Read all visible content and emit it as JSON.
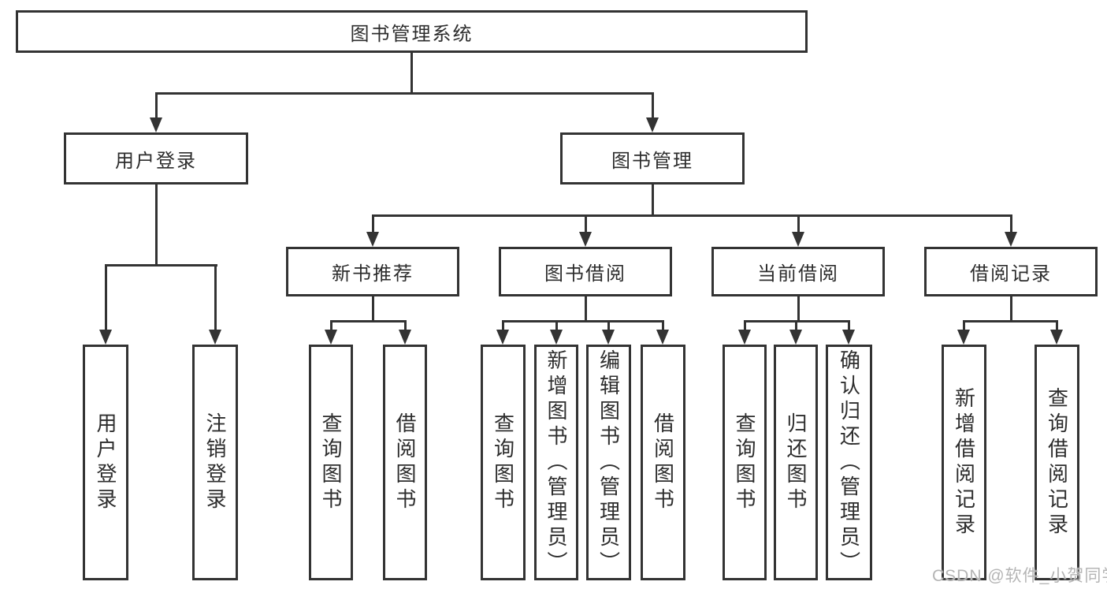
{
  "diagram": {
    "nodes": {
      "root": "图书管理系统",
      "user_login": "用户登录",
      "book_mgmt": "图书管理",
      "new_book_rec": "新书推荐",
      "book_borrow": "图书借阅",
      "current_borrow": "当前借阅",
      "borrow_record": "借阅记录",
      "leaf_user_login": "用户登录",
      "leaf_logout": "注销登录",
      "nb_query_book": "查询图书",
      "nb_borrow_book": "借阅图书",
      "bb_query_book": "查询图书",
      "bb_add_book": "新增图书（管理员）",
      "bb_edit_book": "编辑图书（管理员）",
      "bb_borrow_book": "借阅图书",
      "cb_query_book": "查询图书",
      "cb_return_book": "归还图书",
      "cb_confirm_return": "确认归还（管理员）",
      "br_add_record": "新增借阅记录",
      "br_query_record": "查询借阅记录"
    }
  },
  "watermark": {
    "text": "CSDN @软件_小贺同学"
  },
  "colors": {
    "line": "#333333",
    "text": "#2d2d2d",
    "background": "#ffffff",
    "watermark": "#b5b5b5"
  }
}
